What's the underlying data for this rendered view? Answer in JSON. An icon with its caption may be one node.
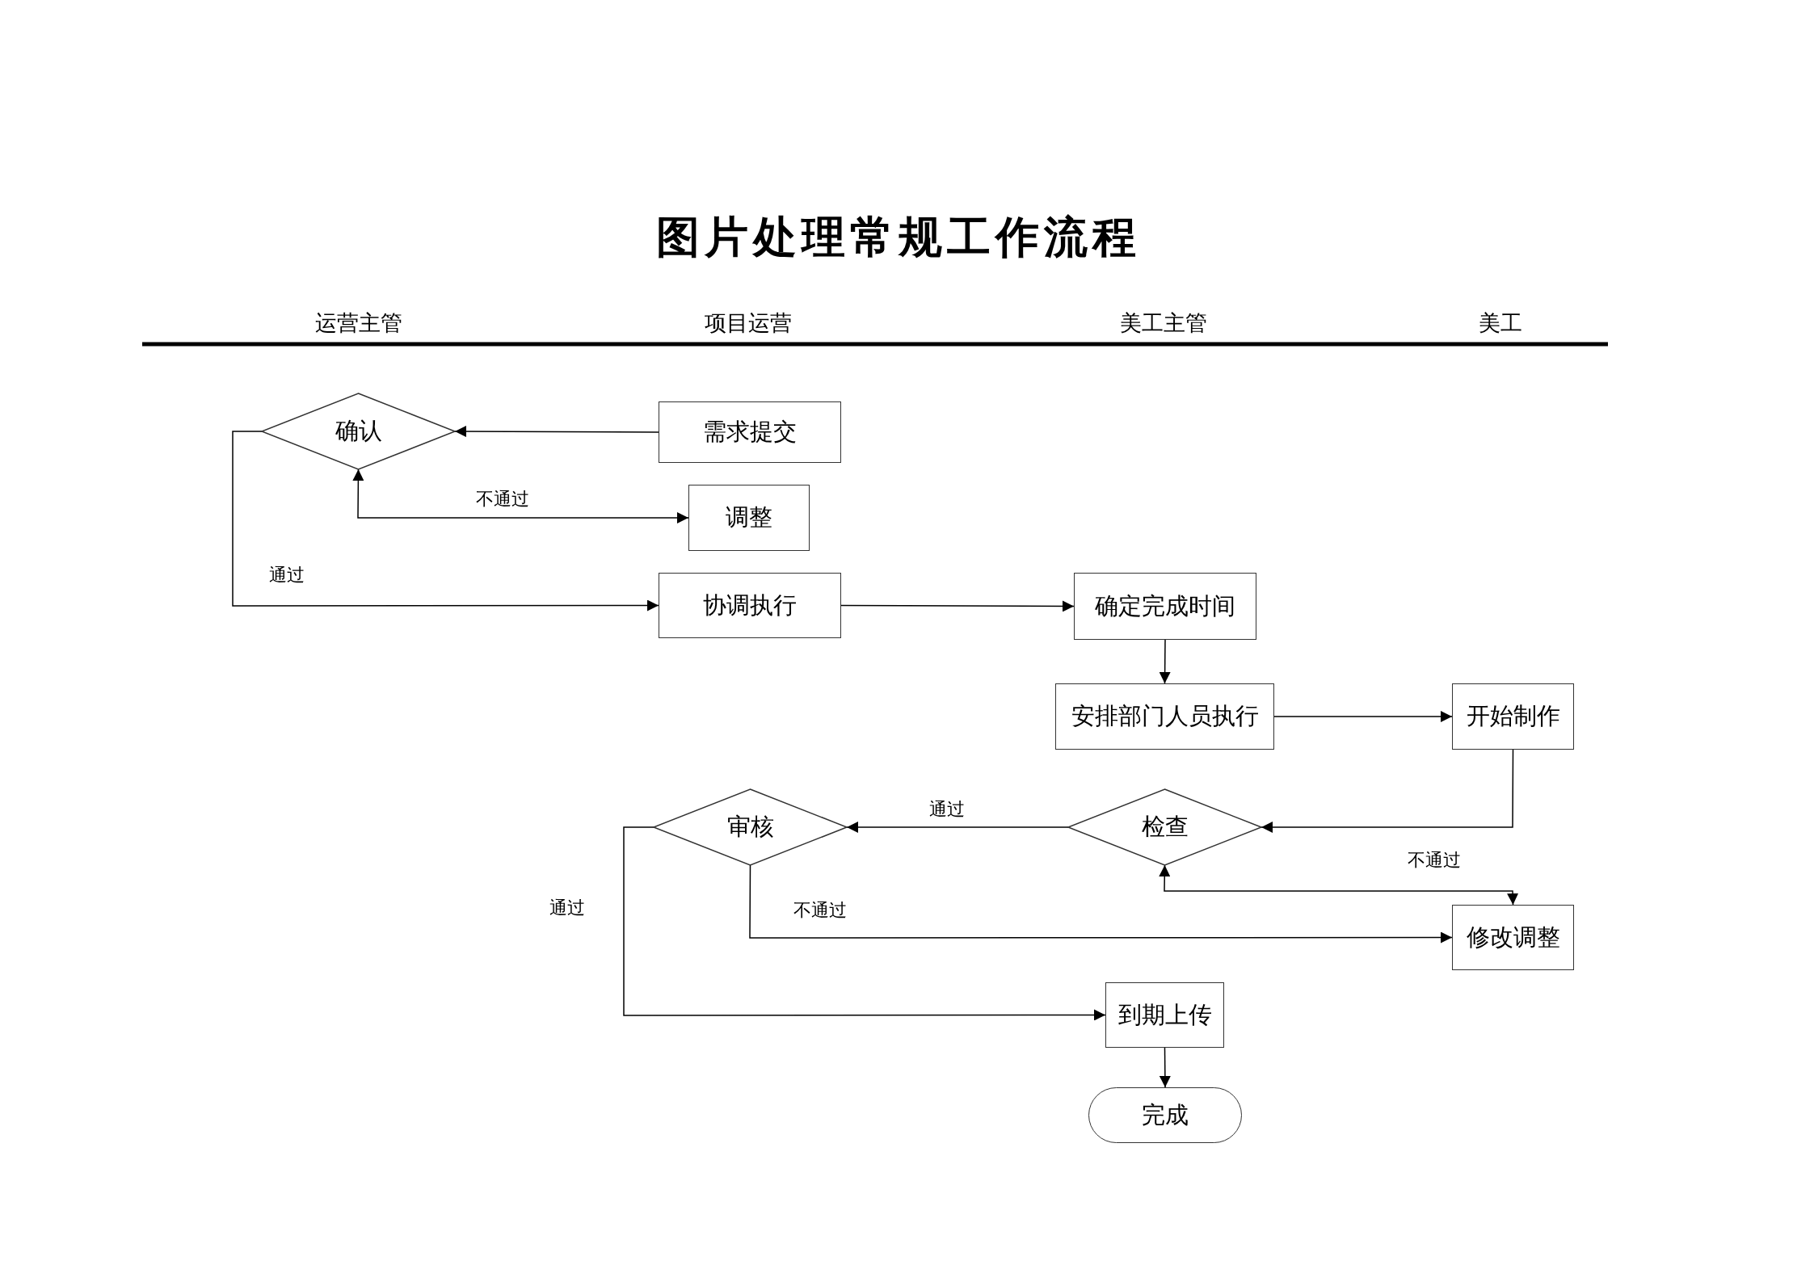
{
  "diagram": {
    "title": "图片处理常规工作流程",
    "nodes": [
      {
        "text": [
          "确认"
        ]
      },
      {
        "text": [
          "需求提交"
        ]
      },
      {
        "text": [
          "调整"
        ]
      },
      {
        "text": [
          "协调执行"
        ]
      },
      {
        "text": [
          "确定完成时间"
        ]
      },
      {
        "text": [
          "安排部门人员执行"
        ]
      },
      {
        "text": [
          "开始制作"
        ]
      },
      {
        "text": [
          "检查"
        ]
      },
      {
        "text": [
          "审核"
        ]
      },
      {
        "text": [
          "修改调整"
        ]
      },
      {
        "text": [
          "到期上传"
        ]
      },
      {
        "text": [
          "完成"
        ]
      }
    ],
    "edges": [
      {
        "from": 1,
        "to": 0,
        "arrow": "to"
      },
      {
        "from": 0,
        "to": 2,
        "arrow": "both",
        "label": "不通过"
      },
      {
        "from": 0,
        "to": 3,
        "arrow": "to",
        "label": "通过"
      },
      {
        "from": 3,
        "to": 4,
        "arrow": "to"
      },
      {
        "from": 4,
        "to": 5,
        "arrow": "to"
      },
      {
        "from": 5,
        "to": 6,
        "arrow": "to"
      },
      {
        "from": 6,
        "to": 7,
        "arrow": "to"
      },
      {
        "from": 7,
        "to": 8,
        "arrow": "to",
        "label": "通过"
      },
      {
        "from": 7,
        "to": 9,
        "arrow": "both",
        "label": "不通过"
      },
      {
        "from": 8,
        "to": 9,
        "arrow": "to",
        "label": "不通过"
      },
      {
        "from": 8,
        "to": 10,
        "arrow": "to",
        "label": "通过"
      },
      {
        "from": 10,
        "to": 11,
        "arrow": "to"
      }
    ],
    "labels": [
      "运营主管",
      "项目运营",
      "美工主管",
      "美工"
    ]
  }
}
